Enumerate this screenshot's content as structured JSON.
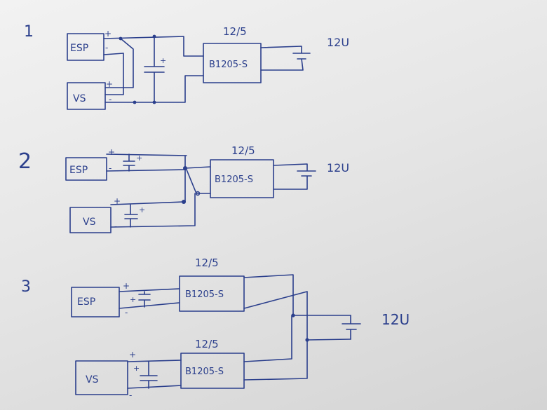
{
  "diagrams": [
    {
      "number": "1",
      "esp_label": "ESP",
      "vs_label": "VS",
      "converter_rating": "12/5",
      "converter_label": "B1205-S",
      "battery_voltage": "12U",
      "plus": "+",
      "minus": "-"
    },
    {
      "number": "2",
      "esp_label": "ESP",
      "vs_label": "VS",
      "converter_rating": "12/5",
      "converter_label": "B1205-S",
      "battery_voltage": "12U",
      "plus": "+",
      "minus": "-"
    },
    {
      "number": "3",
      "esp_label": "ESP",
      "vs_label": "VS",
      "converter_rating_top": "12/5",
      "converter_rating_bottom": "12/5",
      "converter_label_top": "B1205-S",
      "converter_label_bottom": "B1205-S",
      "battery_voltage": "12U",
      "plus": "+",
      "minus": "-"
    }
  ],
  "ink_color": "#2b3f8c"
}
